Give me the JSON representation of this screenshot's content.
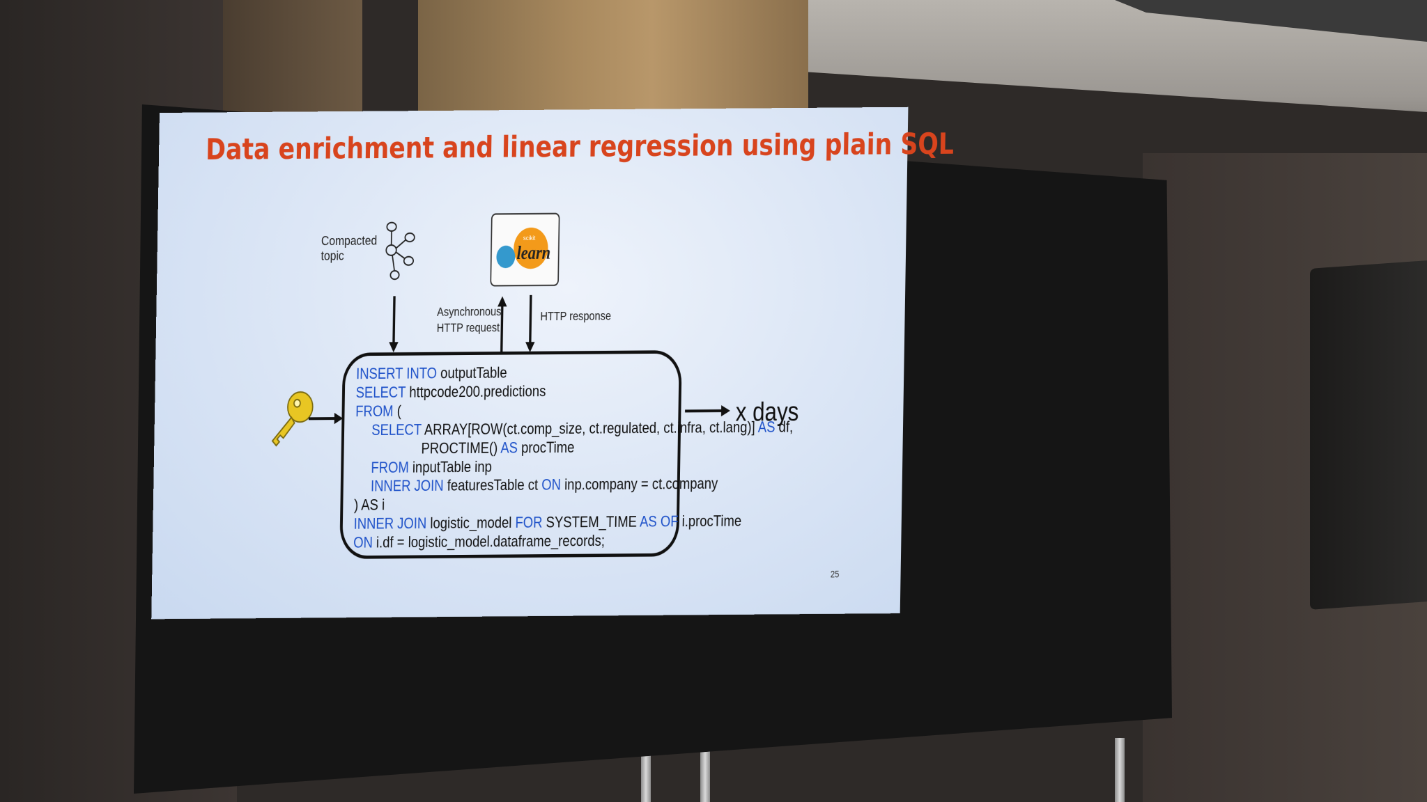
{
  "slide": {
    "title": "Data enrichment and linear regression using plain SQL",
    "compacted_topic_line1": "Compacted",
    "compacted_topic_line2": "topic",
    "async_line1": "Asynchronous",
    "async_line2": "HTTP request",
    "http_response": "HTTP response",
    "sklearn_small": "scikit",
    "sklearn_big": "learn",
    "x_days": "x days",
    "page_number": "25",
    "code": [
      {
        "kw1": "INSERT INTO",
        "t1": " outputTable"
      },
      {
        "kw1": "SELECT",
        "t1": " httpcode200.predictions"
      },
      {
        "kw1": "FROM",
        "t1": " ("
      },
      {
        "kw1": "SELECT",
        "t1": " ARRAY[ROW(ct.comp_size, ct.regulated, ct.infra, ct.lang)] ",
        "kw2": "AS",
        "t2": " df,"
      },
      {
        "t1": "PROCTIME() ",
        "kw2": "AS",
        "t2": " procTime"
      },
      {
        "kw1": "FROM",
        "t1": " inputTable inp"
      },
      {
        "kw1": "INNER JOIN",
        "t1": " featuresTable ct ",
        "kw2": "ON",
        "t2": " inp.company = ct.company"
      },
      {
        "t1": ") AS i"
      },
      {
        "kw1": "INNER JOIN",
        "t1": " logistic_model ",
        "kw2": "FOR",
        "t2": " SYSTEM_TIME ",
        "kw3": "AS OF",
        "t3": " i.procTime"
      },
      {
        "kw1": "ON",
        "t1": " i.df = logistic_model.dataframe_records;"
      }
    ]
  },
  "colors": {
    "title": "#d8441d",
    "keyword": "#1f52c9",
    "sklearn_orange": "#f39a1a",
    "sklearn_blue": "#3499cd",
    "key_gold": "#e8c623"
  }
}
